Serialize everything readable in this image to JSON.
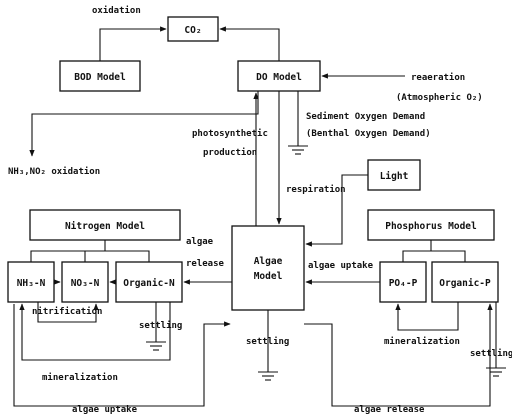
{
  "boxes": {
    "co2": "CO₂",
    "bod": "BOD Model",
    "do": "DO Model",
    "light": "Light",
    "nitrogen": "Nitrogen Model",
    "phosphorus": "Phosphorus Model",
    "algae_line1": "Algae",
    "algae_line2": "Model",
    "nh3n": "NH₃-N",
    "no3n": "NO₃-N",
    "organic_n": "Organic-N",
    "po4p": "PO₄-P",
    "organic_p": "Organic-P"
  },
  "labels": {
    "oxidation": "oxidation",
    "reaeration": "reaeration",
    "atmospheric": "(Atmospheric O₂)",
    "sod": "Sediment Oxygen Demand",
    "bod_benthal": "(Benthal Oxygen Demand)",
    "photo1": "photosynthetic",
    "photo2": "production",
    "nh_oxidation": "NH₃,NO₂ oxidation",
    "respiration": "respiration",
    "algae1": "algae",
    "algae2": "release",
    "algae_uptake_right": "algae uptake",
    "nitrification": "nitrification",
    "settling_n": "settling",
    "settling_algae": "settling",
    "mineralization_n": "mineralization",
    "mineralization_p": "mineralization",
    "settling_p": "settling",
    "algae_uptake_bottom": "algae uptake",
    "algae_release_bottom": "algae release"
  }
}
